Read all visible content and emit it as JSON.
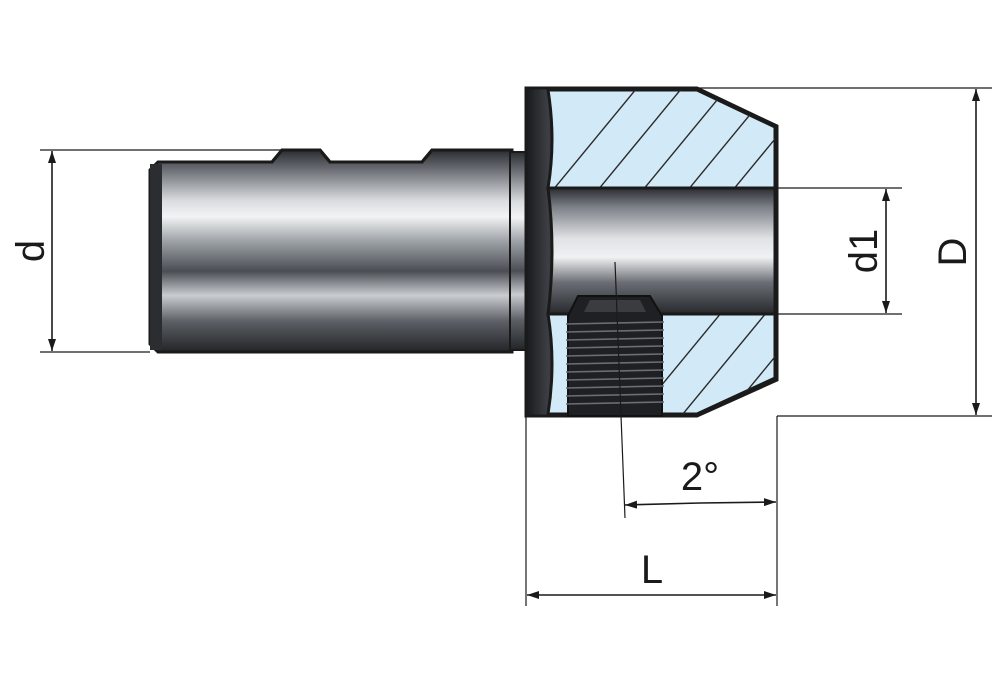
{
  "labels": {
    "shank_diameter": "d",
    "bore_diameter": "d1",
    "head_diameter": "D",
    "angle": "2°",
    "length": "L"
  },
  "colors": {
    "section_fill": "#d2e9f7",
    "outline": "#1a1a1a",
    "steel_dark": "#2e3136",
    "steel_light": "#e7e9ec"
  }
}
